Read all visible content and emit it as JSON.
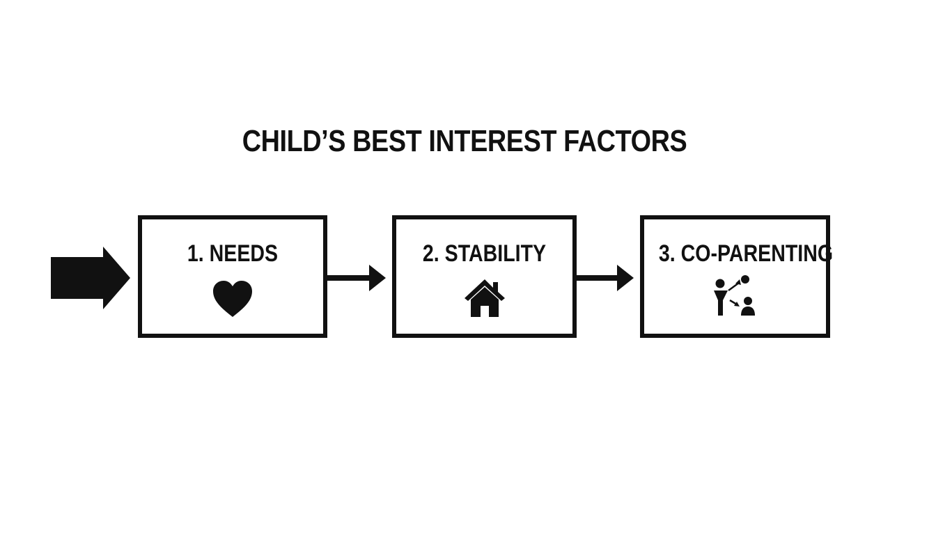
{
  "diagram": {
    "title": "CHILD’S BEST INTEREST FACTORS",
    "steps": [
      {
        "label": "1. NEEDS",
        "icon": "heart-icon"
      },
      {
        "label": "2. STABILITY",
        "icon": "house-icon"
      },
      {
        "label": "3. CO-PARENTING",
        "icon": "co-parenting-icon"
      }
    ],
    "colors": {
      "ink": "#111111",
      "background": "#ffffff"
    }
  }
}
